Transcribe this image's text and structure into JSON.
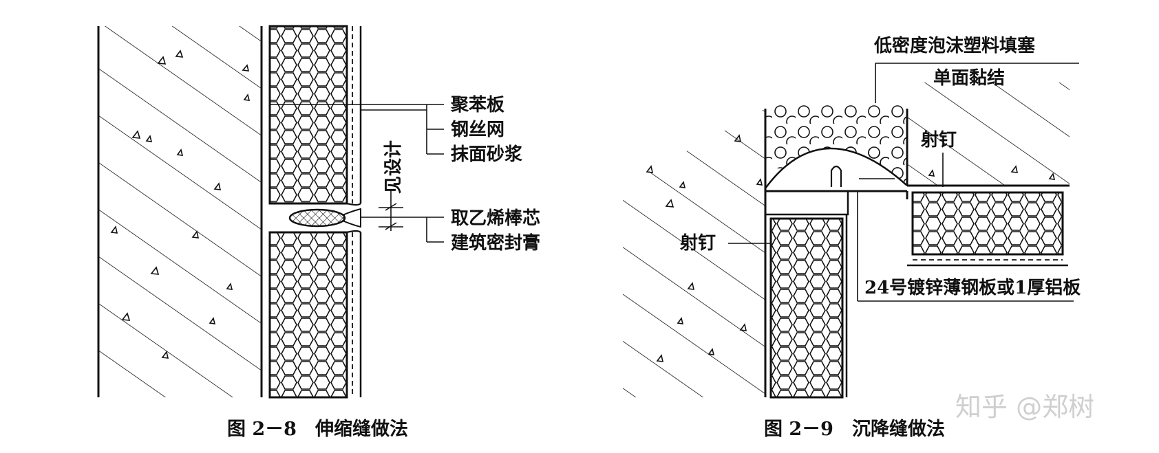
{
  "figure_left": {
    "caption": "图 2－8　伸缩缝做法",
    "labels": {
      "polystyrene_board": "聚苯板",
      "steel_wire_mesh": "钢丝网",
      "plaster_mortar": "抹面砂浆",
      "polyethylene_rod": "取乙烯棒芯",
      "sealant": "建筑密封膏",
      "see_design": "见设计"
    }
  },
  "figure_right": {
    "caption": "图 2－9　沉降缝做法",
    "labels": {
      "foam_filler": "低密度泡沫塑料填塞",
      "single_side_bond": "单面黏结",
      "nail_right": "射钉",
      "nail_left": "射钉",
      "metal_sheet": "24号镀锌薄钢板或1厚铝板"
    }
  },
  "watermark": "知乎 @郑树"
}
